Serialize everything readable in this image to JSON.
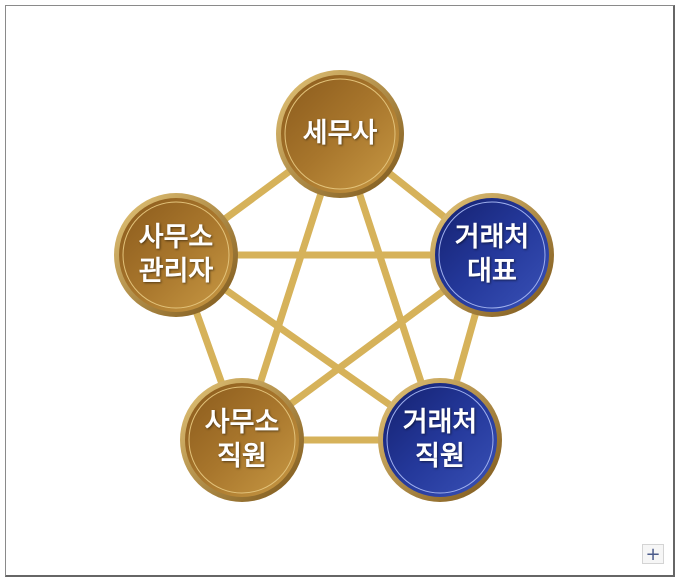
{
  "diagram": {
    "nodes": [
      {
        "id": "top",
        "label_lines": [
          "세무사"
        ],
        "color": "gold"
      },
      {
        "id": "left",
        "label_lines": [
          "사무소",
          "관리자"
        ],
        "color": "gold"
      },
      {
        "id": "right",
        "label_lines": [
          "거래처",
          "대표"
        ],
        "color": "blue"
      },
      {
        "id": "bottom-left",
        "label_lines": [
          "사무소",
          "직원"
        ],
        "color": "gold"
      },
      {
        "id": "bottom-right",
        "label_lines": [
          "거래처",
          "직원"
        ],
        "color": "blue"
      }
    ]
  },
  "controls": {
    "expand_label": "+"
  },
  "colors": {
    "gold": "#a8762c",
    "blue": "#1e2f8c",
    "line": "#d9b45a"
  }
}
